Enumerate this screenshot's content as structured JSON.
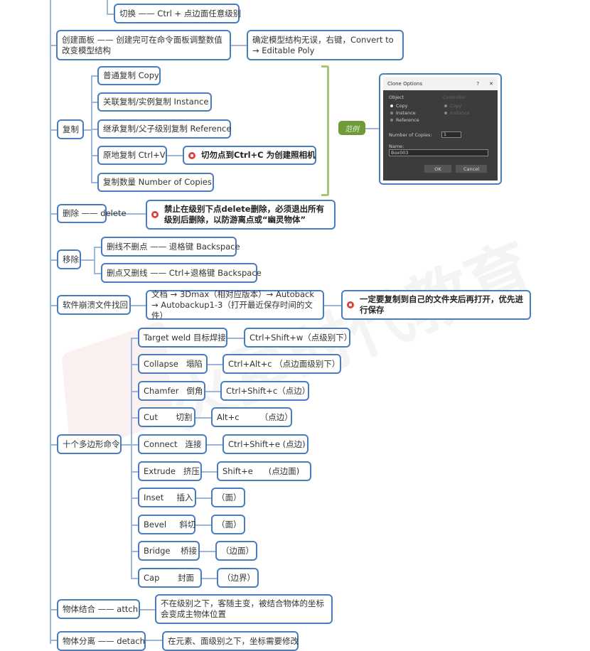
{
  "top": {
    "switch": "切换 —— Ctrl + 点边面任意级别",
    "create_panel": "创建面板 —— 创建完可在命令面板调整数值改变模型结构",
    "convert": "确定模型结构无误，右键，Convert to → Editable Poly"
  },
  "copy": {
    "label": "复制",
    "children": [
      "普通复制 Copy",
      "关联复制/实例复制  Instance",
      "继承复制/父子级别复制 Reference",
      "原地复制 Ctrl+V",
      "复制数量  Number of Copies"
    ],
    "warning": "切勿点到Ctrl+C  为创建照相机",
    "example_label": "范例",
    "dialog": {
      "title": "Clone Options",
      "help": "?",
      "close": "✕",
      "object_label": "Object",
      "object_options": [
        "Copy",
        "Instance",
        "Reference"
      ],
      "controller_label": "Controller",
      "controller_options": [
        "Copy",
        "Instance"
      ],
      "copies_label": "Number of Copies:",
      "copies_value": "1",
      "name_label": "Name:",
      "name_value": "Box003",
      "ok": "OK",
      "cancel": "Cancel"
    }
  },
  "delete": {
    "label": "删除 —— delete",
    "warning": "禁止在级别下点delete删除，必须退出所有级别后删除，以防游离点或“幽灵物体”"
  },
  "remove": {
    "label": "移除",
    "children": [
      "删线不删点 —— 退格键 Backspace",
      "删点又删线 —— Ctrl+退格键 Backspace"
    ]
  },
  "recover": {
    "label": "软件崩溃文件找回",
    "path": "文档 → 3Dmax（相对应版本）→ Autoback → Autobackup1-3（打开最近保存时间的文件）",
    "warning": "一定要复制到自己的文件夹后再打开，优先进行保存"
  },
  "poly": {
    "label": "十个多边形命令",
    "commands": [
      {
        "name": "Target weld 目标焊接",
        "note": "Ctrl+Shift+w（点级别下）"
      },
      {
        "name": "Collapse   塌陷",
        "note": "Ctrl+Alt+c （点边面级别下）"
      },
      {
        "name": "Chamfer   倒角",
        "note": "Ctrl+Shift+c（点边）"
      },
      {
        "name": "Cut       切割",
        "note": "Alt+c        （点边）"
      },
      {
        "name": "Connect   连接",
        "note": "Ctrl+Shift+e (点边)"
      },
      {
        "name": "Extrude   挤压",
        "note": "Shift+e      (点边面)"
      },
      {
        "name": "Inset     插入",
        "note": "（面）"
      },
      {
        "name": "Bevel     斜切",
        "note": "（面）"
      },
      {
        "name": "Bridge    桥接",
        "note": "（边面）"
      },
      {
        "name": "Cap       封面",
        "note": "（边界）"
      }
    ]
  },
  "attach": {
    "label": "物体结合 —— attch",
    "note": "不在级别之下，客随主变，被结合物体的坐标会变成主物体位置"
  },
  "detach": {
    "label": "物体分离 —— detach",
    "note": "在元素、面级别之下，坐标需要修改"
  },
  "watermark": "火星时代教育"
}
